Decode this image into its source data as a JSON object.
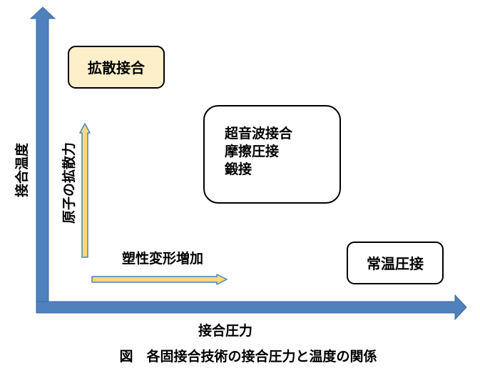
{
  "axes": {
    "x_label": "接合圧力",
    "y_label": "接合温度"
  },
  "arrows": {
    "vertical_label": "原子の拡散力",
    "horizontal_label": "塑性変形増加"
  },
  "boxes": {
    "diffusion": {
      "label": "拡散接合",
      "fill": "#fdefc9"
    },
    "mixed": {
      "lines": [
        "超音波接合",
        "摩擦圧接",
        "鍛接"
      ]
    },
    "room_temp": {
      "label": "常温圧接"
    }
  },
  "caption": "図　各固接合技術の接合圧力と温度の関係",
  "colors": {
    "axis": "#4f81bd",
    "axis_border": "#3b6a9e",
    "small_arrow_fill": "#f6d97a",
    "small_arrow_border": "#4f81bd",
    "box_border": "#000000"
  }
}
